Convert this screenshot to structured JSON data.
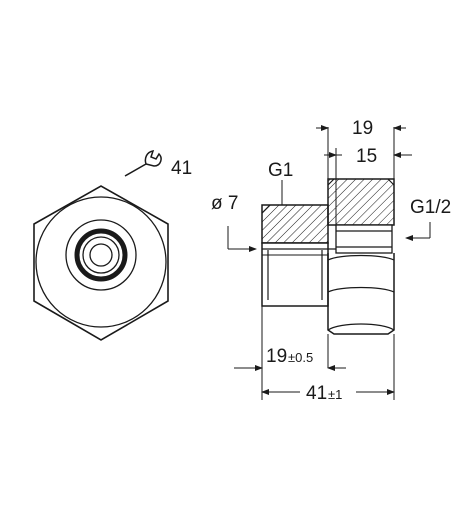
{
  "drawing": {
    "wrench_size": "41",
    "thread_main": "G1",
    "bore_diameter": "ø 7",
    "thread_small": "G1/2",
    "dim_top": "19",
    "dim_second": "15",
    "dim_bottom_1_value": "19",
    "dim_bottom_1_tol": "±0.5",
    "dim_bottom_2_value": "41",
    "dim_bottom_2_tol": "±1"
  }
}
